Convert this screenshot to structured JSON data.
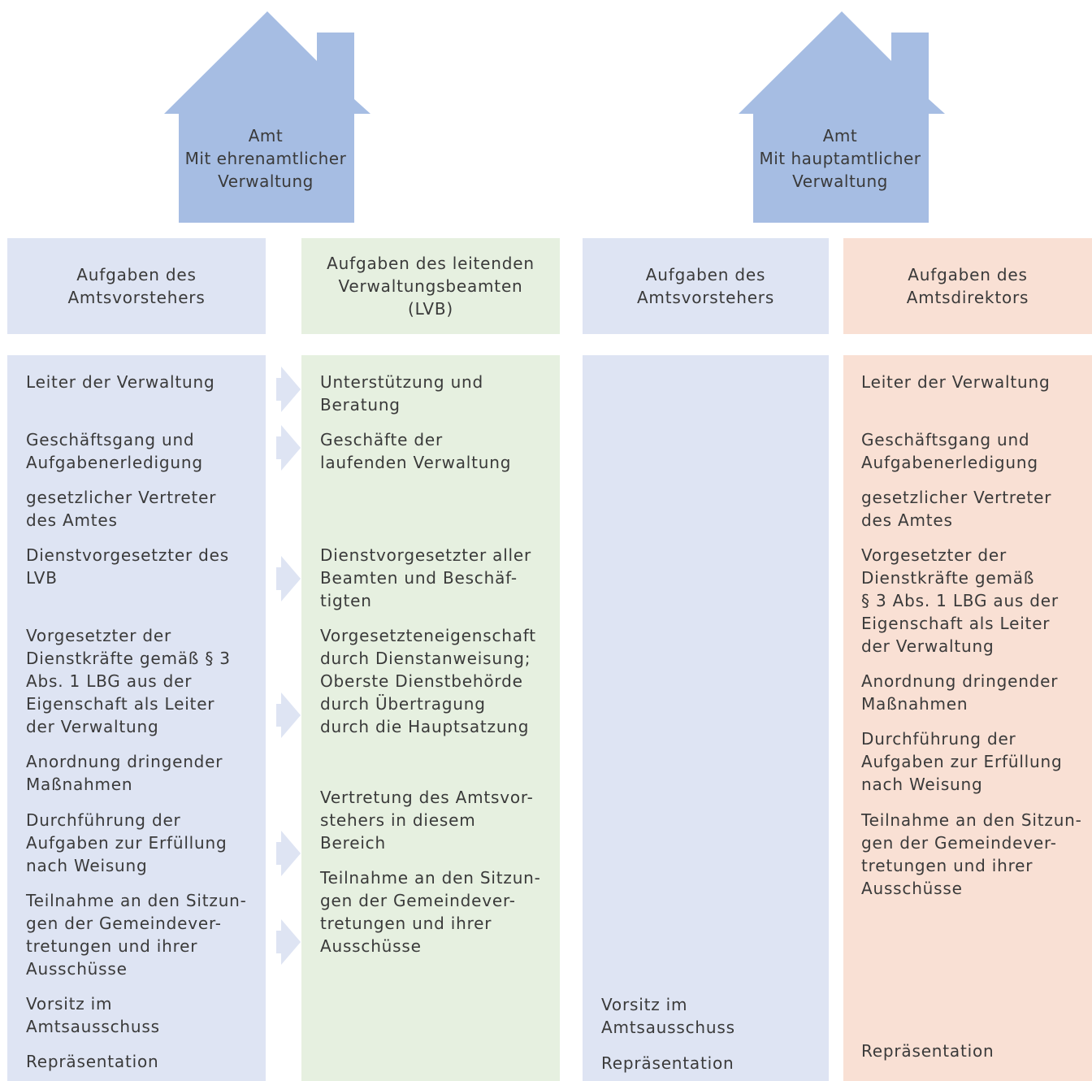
{
  "colors": {
    "house": "#a6bde3",
    "blue_panel": "#dee4f3",
    "green_panel": "#e6f0e0",
    "peach_panel": "#f9e0d4",
    "arrow": "#dee4f3",
    "text": "#3a3a3a"
  },
  "houses": [
    {
      "line1": "Amt",
      "line2": "Mit ehrenamtlicher",
      "line3": "Verwaltung"
    },
    {
      "line1": "Amt",
      "line2": "Mit hauptamtlicher",
      "line3": "Verwaltung"
    }
  ],
  "headers": {
    "col1": "Aufgaben des\nAmtsvorstehers",
    "col2": "Aufgaben des leitenden\nVerwaltungsbeamten\n(LVB)",
    "col3": "Aufgaben des\nAmtsvorstehers",
    "col4": "Aufgaben des\nAmtsdirektors"
  },
  "col1_items": [
    "Leiter der Verwaltung",
    "Geschäftsgang und\nAufgabenerledigung",
    "gesetzlicher Vertreter\ndes Amtes",
    "Dienstvorgesetzter des\nLVB",
    "Vorgesetzter der\nDienstkräfte gemäß § 3\nAbs. 1 LBG aus der\nEigenschaft als Leiter\nder Verwaltung",
    "Anordnung dringender\nMaßnahmen",
    "Durchführung der\nAufgaben zur Erfüllung\nnach Weisung",
    "Teilnahme an den Sitzun-\ngen der Gemeindever-\ntretungen und ihrer\nAusschüsse",
    "Vorsitz im\nAmtsausschuss",
    "Repräsentation"
  ],
  "col2_items": [
    "Unterstützung und\nBeratung",
    "Geschäfte der\nlaufenden Verwaltung",
    "Dienstvorgesetzter aller\nBeamten und Beschäf-\ntigten",
    "Vorgesetzteneigenschaft\ndurch Dienstanweisung;\nOberste Dienstbehörde\ndurch Übertragung\ndurch die Hauptsatzung",
    "Vertretung des Amtsvor-\nstehers in diesem\nBereich",
    "Teilnahme an den Sitzun-\ngen der Gemeindever-\ntretungen und ihrer\nAusschüsse"
  ],
  "col3_items": [
    "Vorsitz im\nAmtsausschuss",
    "Repräsentation"
  ],
  "col4_items": [
    "Leiter der Verwaltung",
    "Geschäftsgang und\nAufgabenerledigung",
    "gesetzlicher Vertreter\ndes Amtes",
    "Vorgesetzter der\nDienstkräfte gemäß\n§ 3 Abs. 1 LBG aus der\nEigenschaft als Leiter\nder Verwaltung",
    "Anordnung dringender\nMaßnahmen",
    "Durchführung der\nAufgaben zur Erfüllung\nnach Weisung",
    "Teilnahme an den Sitzun-\ngen der Gemeindever-\ntretungen und ihrer\nAusschüsse",
    "Repräsentation"
  ]
}
